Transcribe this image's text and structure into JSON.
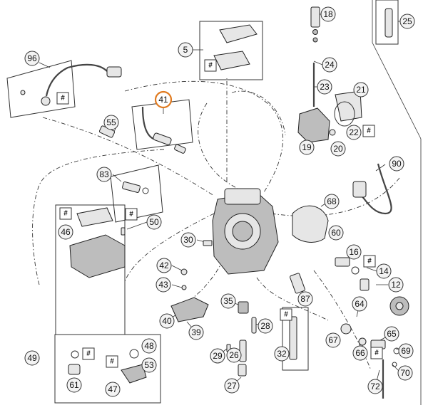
{
  "diagram": {
    "callouts": {
      "c5": "5",
      "c18": "18",
      "c25": "25",
      "c96": "96",
      "c24": "24",
      "c23": "23",
      "c21": "21",
      "c41": "41",
      "c55": "55",
      "c22": "22",
      "c19": "19",
      "c20": "20",
      "c90": "90",
      "c83": "83",
      "c68": "68",
      "c50": "50",
      "c46": "46",
      "c30": "30",
      "c60": "60",
      "c16": "16",
      "c42": "42",
      "c14": "14",
      "c43": "43",
      "c12": "12",
      "c87": "87",
      "c35": "35",
      "c64": "64",
      "c40": "40",
      "c28": "28",
      "c39": "39",
      "c67": "67",
      "c65": "65",
      "c48": "48",
      "c49": "49",
      "c29": "29",
      "c26": "26",
      "c66": "66",
      "c69": "69",
      "c53": "53",
      "c32": "32",
      "c70": "70",
      "c61": "61",
      "c47": "47",
      "c27": "27",
      "c72": "72"
    },
    "hash_symbol": "#"
  }
}
